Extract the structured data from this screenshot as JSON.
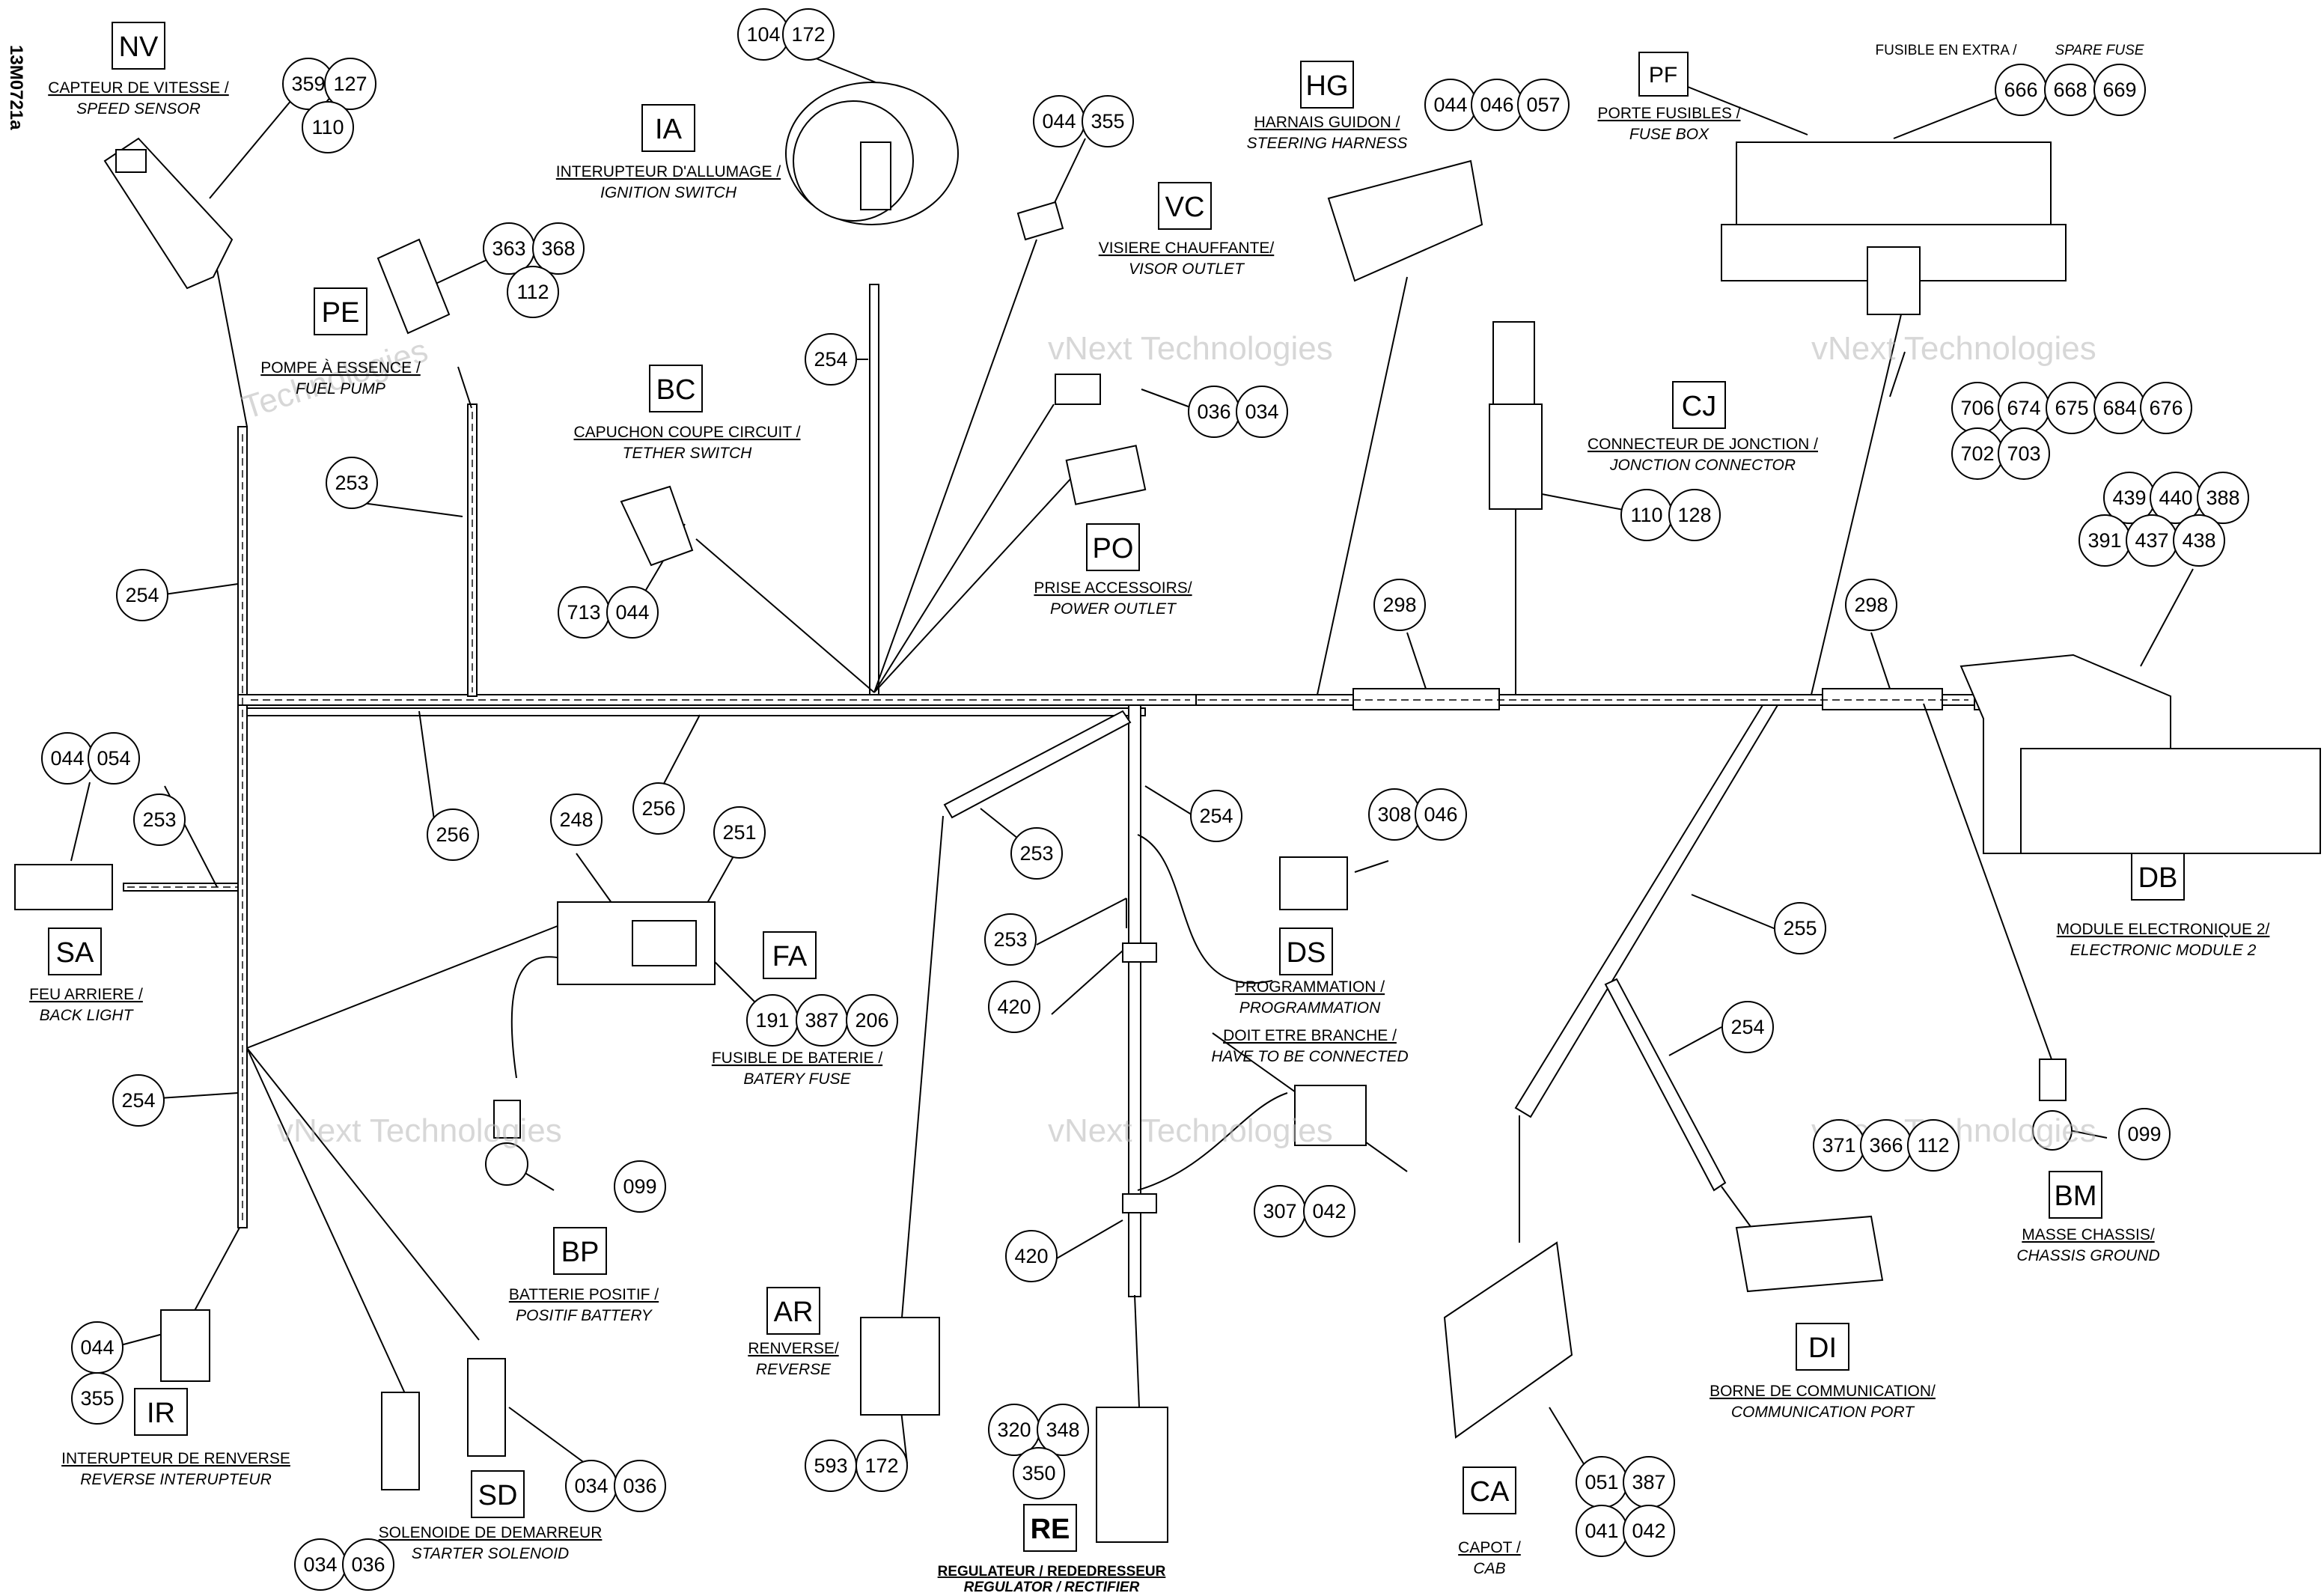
{
  "drawing_ref": "13M0721a",
  "watermark": {
    "line1": "vNext Technologies",
    "line2": "vNext",
    "line3": "Technologies"
  },
  "components": {
    "NV": {
      "tag": "NV",
      "fr": "CAPTEUR DE VITESSE /",
      "en": "SPEED SENSOR"
    },
    "PE": {
      "tag": "PE",
      "fr": "POMPE À ESSENCE /",
      "en": "FUEL PUMP"
    },
    "IA": {
      "tag": "IA",
      "fr": "INTERUPTEUR D'ALLUMAGE /",
      "en": "IGNITION SWITCH"
    },
    "BC": {
      "tag": "BC",
      "fr": "CAPUCHON COUPE CIRCUIT /",
      "en": "TETHER SWITCH"
    },
    "VC": {
      "tag": "VC",
      "fr": "VISIERE CHAUFFANTE/",
      "en": "VISOR OUTLET"
    },
    "PO": {
      "tag": "PO",
      "fr": "PRISE ACCESSOIRS/",
      "en": "POWER OUTLET"
    },
    "HG": {
      "tag": "HG",
      "fr": "HARNAIS GUIDON /",
      "en": "STEERING HARNESS"
    },
    "PF": {
      "tag": "PF",
      "fr": "PORTE FUSIBLES /",
      "en": "FUSE BOX"
    },
    "CJ": {
      "tag": "CJ",
      "fr": "CONNECTEUR DE JONCTION /",
      "en": "JONCTION CONNECTOR"
    },
    "DB": {
      "tag": "DB",
      "fr": "MODULE ELECTRONIQUE 2/",
      "en": "ELECTRONIC MODULE 2"
    },
    "SA": {
      "tag": "SA",
      "fr": "FEU ARRIERE /",
      "en": "BACK LIGHT"
    },
    "FA": {
      "tag": "FA",
      "fr": "FUSIBLE DE BATERIE /",
      "en": "BATERY FUSE"
    },
    "BP": {
      "tag": "BP",
      "fr": "BATTERIE POSITIF /",
      "en": "POSITIF BATTERY"
    },
    "DS": {
      "tag": "DS",
      "fr": "PROGRAMMATION /",
      "en": "PROGRAMMATION",
      "fr2": "DOIT ETRE BRANCHE /",
      "en2": "HAVE TO BE CONNECTED"
    },
    "AR": {
      "tag": "AR",
      "fr": "RENVERSE/",
      "en": "REVERSE"
    },
    "IR": {
      "tag": "IR",
      "fr": "INTERUPTEUR DE RENVERSE",
      "en": "REVERSE INTERUPTEUR"
    },
    "SD": {
      "tag": "SD",
      "fr": "SOLENOIDE DE DEMARREUR",
      "en": "STARTER SOLENOID"
    },
    "RE": {
      "tag": "RE",
      "fr": "REGULATEUR / REDEDRESSEUR",
      "en": "REGULATOR / RECTIFIER"
    },
    "CA": {
      "tag": "CA",
      "fr": "CAPOT /",
      "en": "CAB"
    },
    "DI": {
      "tag": "DI",
      "fr": "BORNE DE COMMUNICATION/",
      "en": "COMMUNICATION PORT"
    },
    "BM": {
      "tag": "BM",
      "fr": "MASSE CHASSIS/",
      "en": "CHASSIS GROUND"
    }
  },
  "spare_fuse": {
    "fr": "FUSIBLE EN EXTRA /",
    "en": "SPARE FUSE"
  },
  "callouts": {
    "nv_a": "359",
    "nv_b": "127",
    "nv_c": "110",
    "pe_a": "363",
    "pe_b": "368",
    "pe_c": "112",
    "ia_a": "104",
    "ia_b": "172",
    "vc_a": "044",
    "vc_b": "355",
    "hg_a": "044",
    "hg_b": "046",
    "hg_c": "057",
    "pf_a": "666",
    "pf_b": "668",
    "pf_c": "669",
    "pf_d": "706",
    "pf_e": "674",
    "pf_f": "675",
    "pf_g": "684",
    "pf_h": "676",
    "pf_i": "702",
    "pf_j": "703",
    "db_a": "439",
    "db_b": "440",
    "db_c": "388",
    "db_d": "391",
    "db_e": "437",
    "db_f": "438",
    "po_a": "036",
    "po_b": "034",
    "cj_a": "110",
    "cj_b": "128",
    "bc_a": "713",
    "bc_b": "044",
    "w254_a": "254",
    "w254_b": "254",
    "w254_c": "254",
    "w254_d": "254",
    "w254_e": "254",
    "w253_a": "253",
    "w253_b": "253",
    "w253_c": "253",
    "w253_d": "253",
    "w256_a": "256",
    "w256_b": "256",
    "w298_a": "298",
    "w298_b": "298",
    "w255": "255",
    "sa_a": "044",
    "sa_b": "054",
    "fa_a": "248",
    "fa_b": "251",
    "fa_c": "191",
    "fa_d": "387",
    "fa_e": "206",
    "ds_a": "308",
    "ds_b": "046",
    "ds_c": "307",
    "ds_d": "042",
    "w420_a": "420",
    "w420_b": "420",
    "bp_a": "099",
    "bm_a": "099",
    "di_a": "371",
    "di_b": "366",
    "di_c": "112",
    "ir_a": "044",
    "ir_b": "355",
    "sd_a": "034",
    "sd_b": "036",
    "sd_c": "034",
    "sd_d": "036",
    "ar_a": "593",
    "ar_b": "172",
    "re_a": "320",
    "re_b": "348",
    "re_c": "350",
    "ca_a": "051",
    "ca_b": "387",
    "ca_c": "041",
    "ca_d": "042"
  }
}
